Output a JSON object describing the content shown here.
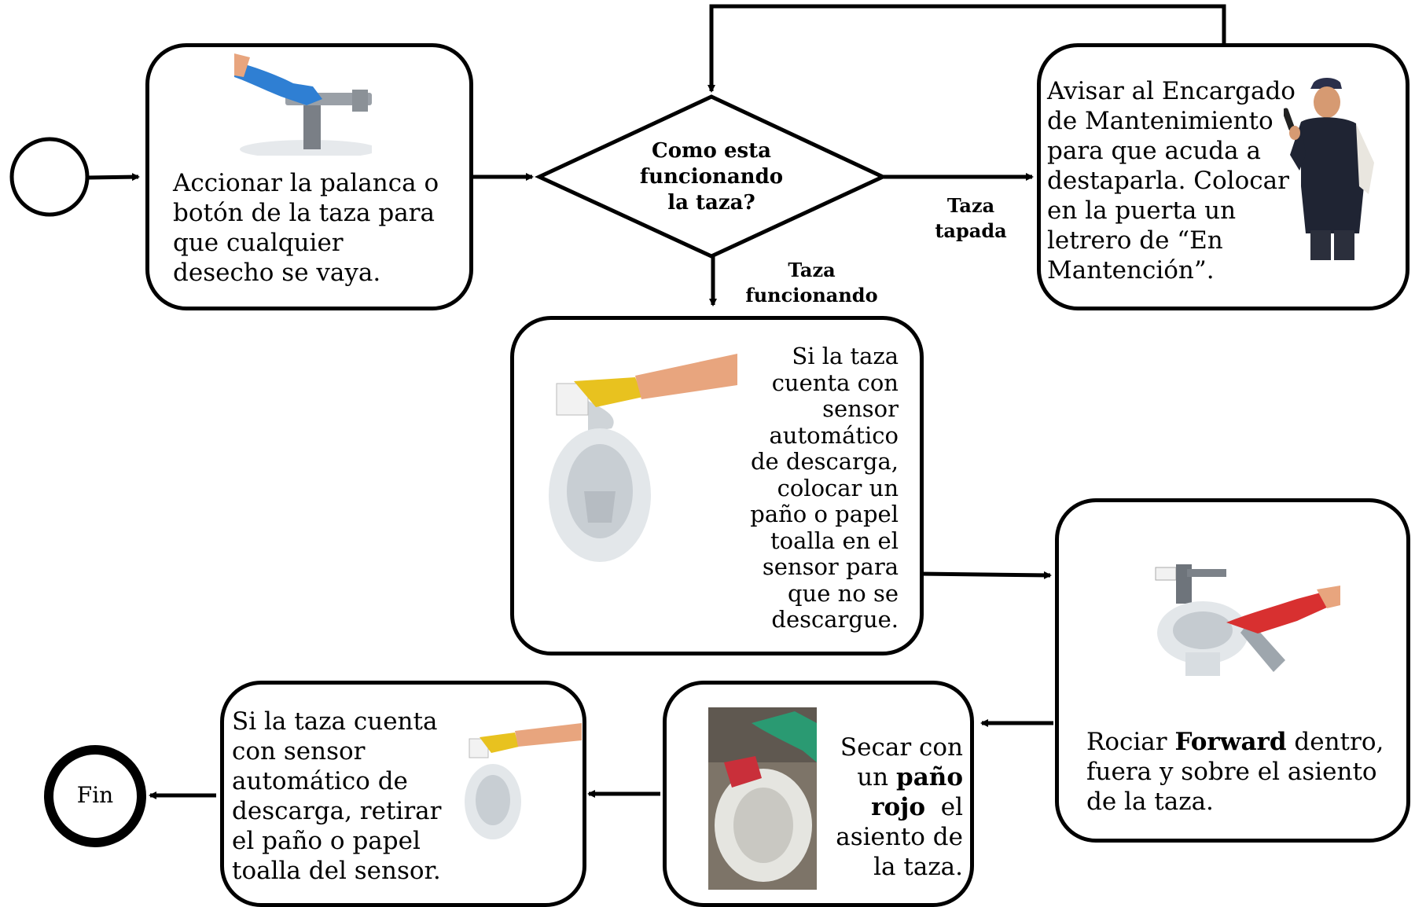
{
  "start": {
    "label": ""
  },
  "step1": {
    "lines": [
      "Accionar la palanca o",
      "botón de la taza para",
      "que cualquier",
      "desecho se vaya."
    ]
  },
  "decision": {
    "lines": [
      "Como esta",
      "funcionando",
      "la taza?"
    ]
  },
  "branch_clogged": {
    "lines": [
      "Taza",
      "tapada"
    ]
  },
  "branch_working": {
    "lines": [
      "Taza",
      "funcionando"
    ]
  },
  "notify": {
    "lines": [
      "Avisar al Encargado",
      "de Mantenimiento",
      "para que acuda a",
      "destaparla. Colocar",
      "en la puerta un",
      "letrero de “En",
      "Mantención”."
    ]
  },
  "sensor_cover": {
    "lines": [
      "Si la taza",
      "cuenta con",
      "sensor",
      "automático",
      "de descarga,",
      "colocar un",
      "paño o papel",
      "toalla en el",
      "sensor para",
      "que no se",
      "descargue."
    ]
  },
  "spray": {
    "l1_a": "Rociar ",
    "l1_b": "Forward",
    "l1_c": " dentro,",
    "l2": "fuera y sobre el asiento",
    "l3": "de la taza."
  },
  "dry": {
    "l1": "Secar con",
    "l2_a": "un ",
    "l2_b": "paño",
    "l3_a": "rojo",
    "l3_b": "  el",
    "l4": "asiento de",
    "l5": "la taza."
  },
  "remove": {
    "lines": [
      "Si la taza cuenta",
      "con sensor",
      "automático de",
      "descarga, retirar",
      "el paño o papel",
      "toalla del sensor."
    ]
  },
  "end": {
    "label": "Fin"
  },
  "colors": {
    "glove_blue": "#2f7fd3",
    "glove_yellow": "#e8c21f",
    "glove_red": "#d83030",
    "glove_green": "#2a9a72",
    "porcelain": "#dfe3e6",
    "skin": "#e8a57e"
  }
}
